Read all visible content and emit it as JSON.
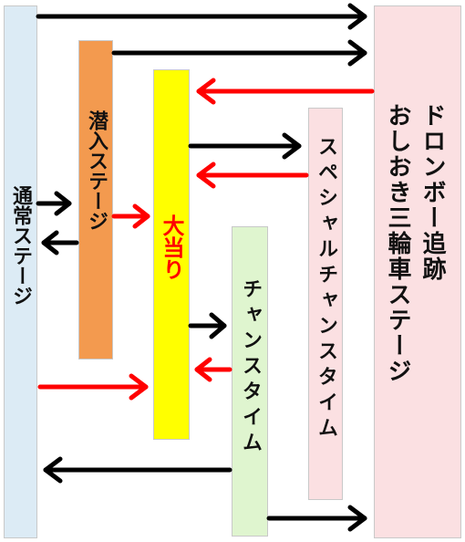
{
  "stages": {
    "normal": "通常ステージ",
    "sneak": "潜入ステージ",
    "jackpot": "大当り",
    "special_chance": "スペシャルチャンスタイム",
    "chance": "チャンスタイム",
    "drone": "ドロンボー追跡",
    "drone_line2": "おしおき三輪車ステージ"
  },
  "colors": {
    "normal": "#dcebf5",
    "sneak": "#f39a4f",
    "jackpot": "#ffff00",
    "special_chance": "#fbe0e2",
    "chance": "#dff5cf",
    "drone": "#fbe0e2",
    "jackpot_text": "#ff0000",
    "arrow_black": "#000000",
    "arrow_red": "#ff0000"
  }
}
